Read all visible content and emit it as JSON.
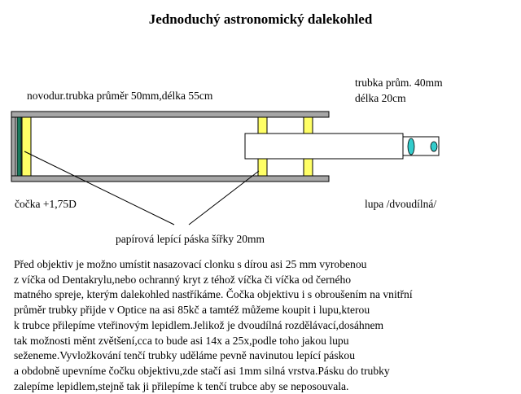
{
  "title": "Jednoduchý astronomický dalekohled",
  "labels": {
    "main_tube": "novodur.trubka průměr 50mm,délka 55cm",
    "small_tube_line1": "trubka prům. 40mm",
    "small_tube_line2": "délka 20cm",
    "lens": "čočka +1,75D",
    "eyepiece": "lupa /dvoudílná/",
    "tape": "papírová lepící páska šířky 20mm"
  },
  "body_lines": [
    "Před objektiv je možno umístit nasazovací clonku s dírou asi 25 mm vyrobenou",
    "z víčka od Dentakrylu,nebo ochranný kryt z téhož víčka či víčka od černého",
    "matného spreje, kterým dalekohled nastříkáme. Čočka objektivu i s obroušením na vnitřní",
    "průměr trubky přijde v Optice na asi 85kč a tamtéž můžeme koupit i lupu,kterou",
    "k trubce přilepíme vteřinovým lepidlem.Jelikož je dvoudílná rozdělávací,dosáhnem",
    "tak možnosti měnt zvětšení,cca to bude asi 14x a 25x,podle toho jakou lupu",
    "seženeme.Vyvložkování tenčí trubky uděláme pevně navinutou lepící páskou",
    "a obdobně upevníme čočku objektivu,zde stačí asi 1mm silná vrstva.Pásku do trubky",
    "zalepíme lepidlem,stejně tak ji přilepíme k tenčí trubce aby se neposouvala."
  ],
  "colors": {
    "tube": "#a6a6a6",
    "tape": "#ffff66",
    "lens": "#1a7a5e",
    "eyepiece": "#33cccc"
  }
}
